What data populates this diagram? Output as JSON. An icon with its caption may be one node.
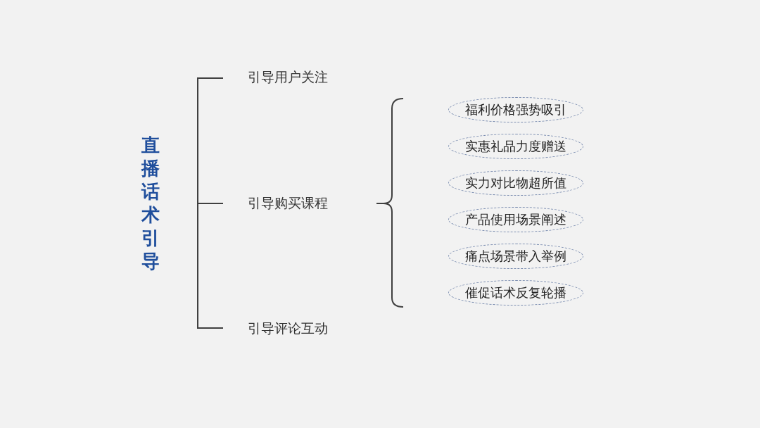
{
  "diagram": {
    "nodes": [
      {
        "text": [
          "直播话术引导"
        ]
      },
      {
        "text": [
          "引导用户关注"
        ]
      },
      {
        "text": [
          "引导购买课程"
        ]
      },
      {
        "text": [
          "引导评论互动"
        ]
      },
      {
        "text": [
          "福利价格强势吸引"
        ]
      },
      {
        "text": [
          "实惠礼品力度赠送"
        ]
      },
      {
        "text": [
          "实力对比物超所值"
        ]
      },
      {
        "text": [
          "产品使用场景阐述"
        ]
      },
      {
        "text": [
          "痛点场景带入举例"
        ]
      },
      {
        "text": [
          "催促话术反复轮播"
        ]
      }
    ]
  }
}
